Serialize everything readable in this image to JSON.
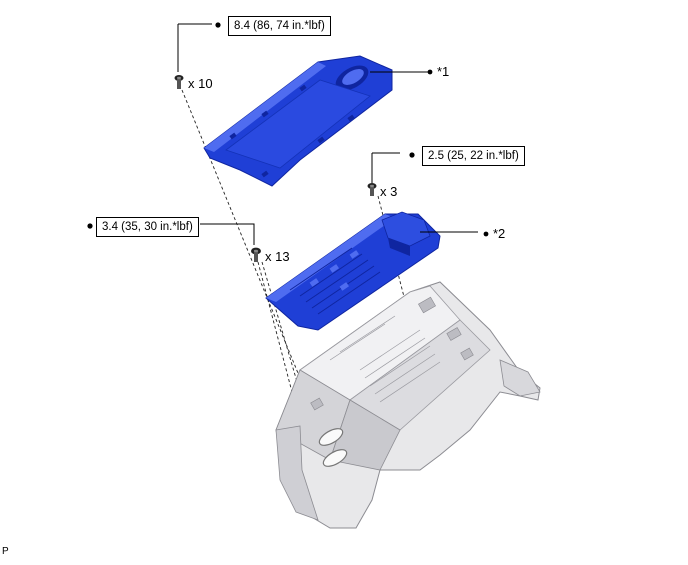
{
  "diagram": {
    "torque_specs": [
      {
        "id": "t1",
        "text": "8.4 (86, 74 in.*lbf)"
      },
      {
        "id": "t2",
        "text": "2.5 (25, 22 in.*lbf)"
      },
      {
        "id": "t3",
        "text": "3.4 (35, 30 in.*lbf)"
      }
    ],
    "quantities": [
      {
        "id": "q1",
        "text": "x 10"
      },
      {
        "id": "q2",
        "text": "x 3"
      },
      {
        "id": "q3",
        "text": "x 13"
      }
    ],
    "callouts": [
      {
        "id": "c1",
        "text": "*1"
      },
      {
        "id": "c2",
        "text": "*2"
      }
    ],
    "figure_id": "P",
    "colors": {
      "cover_blue": "#1f3fd6",
      "cover_dark": "#0f25a0",
      "cover_light": "#4f6cf0",
      "housing_gray": "#e6e6e8",
      "housing_shadow": "#a9a9ae"
    }
  }
}
